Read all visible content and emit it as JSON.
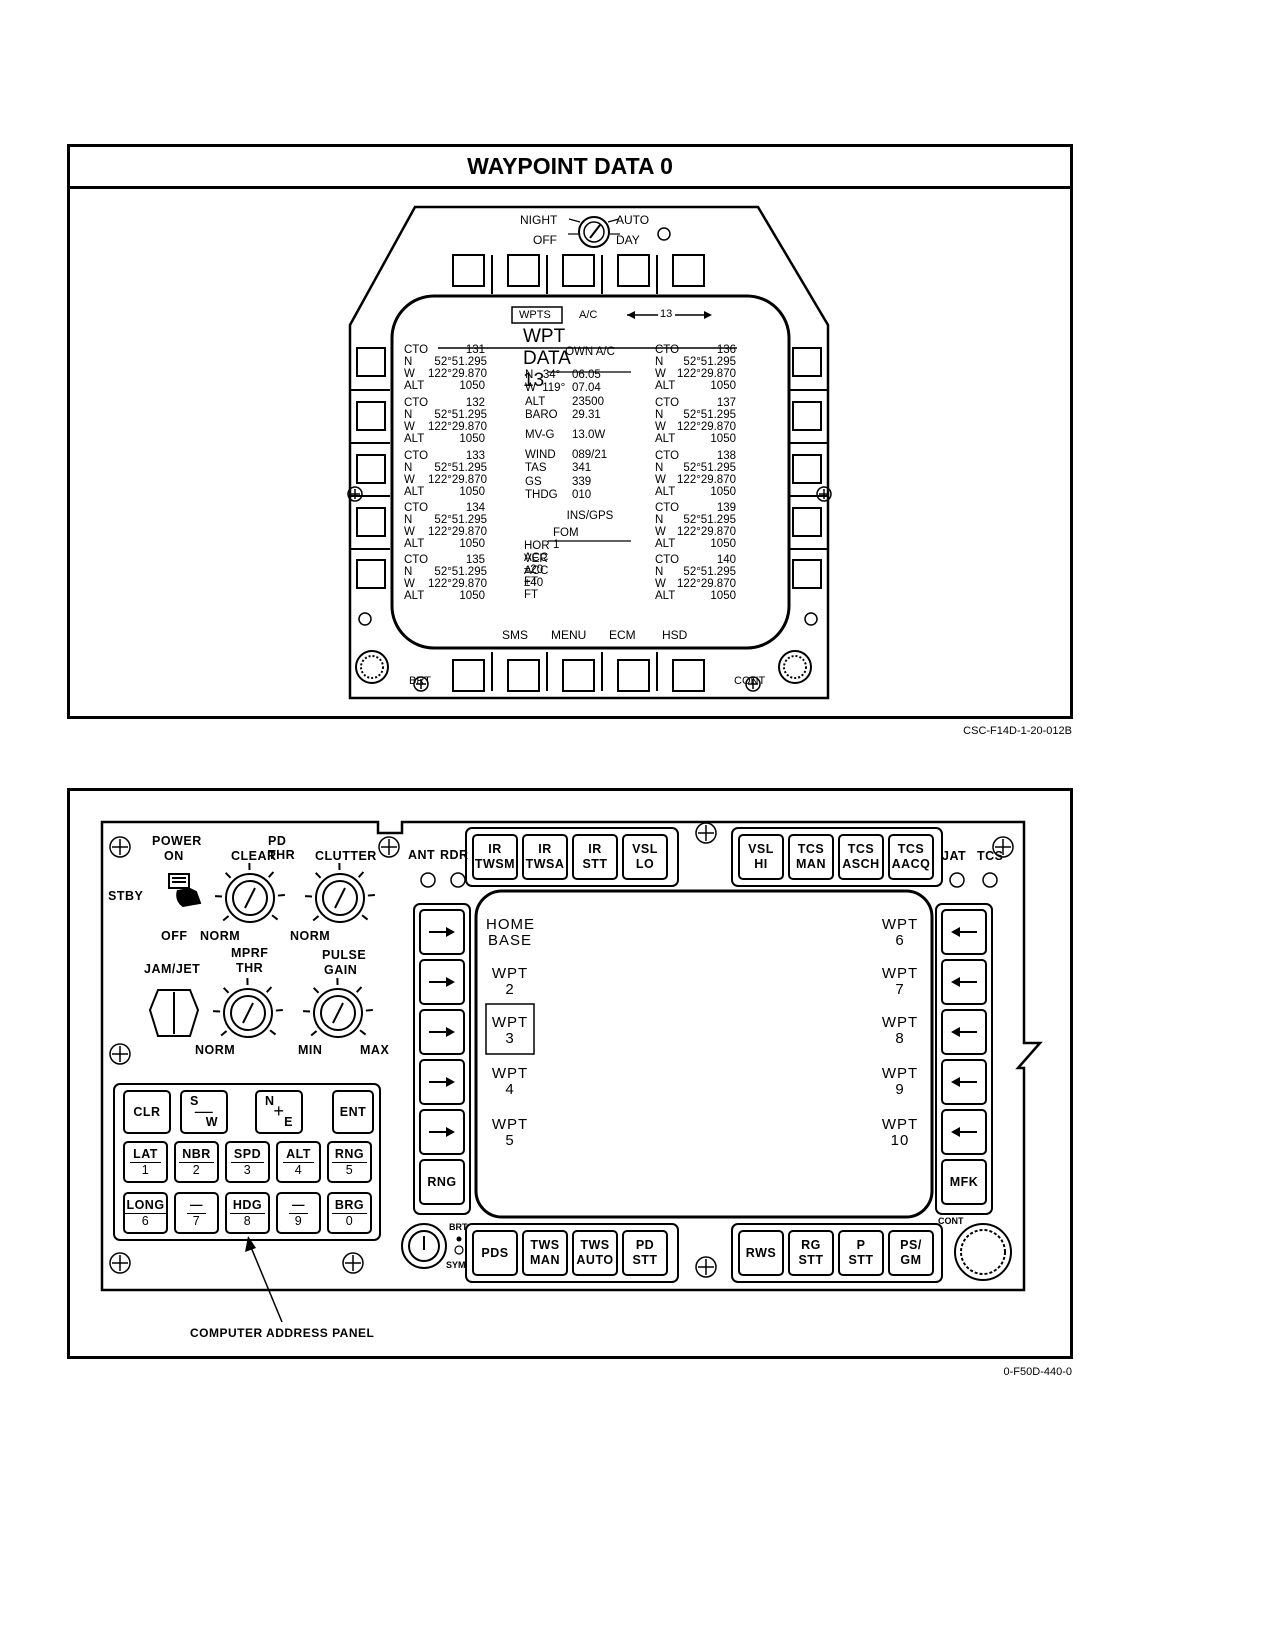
{
  "fig1": {
    "title": "WAYPOINT DATA 0",
    "caption": "CSC-F14D-1-20-012B",
    "knob": {
      "night": "NIGHT",
      "off": "OFF",
      "auto": "AUTO",
      "day": "DAY"
    },
    "brt": "BRT",
    "cont": "CONT",
    "header": {
      "wpts": "WPTS",
      "ac": "A/C",
      "num": "13"
    },
    "screen_title": "WPT DATA 13",
    "bottom_labels": [
      "SMS",
      "MENU",
      "ECM",
      "HSD"
    ],
    "left_blocks": [
      {
        "cto": "CTO",
        "id": "131",
        "n": "N",
        "nval": "52°51.295",
        "w": "W",
        "wval": "122°29.870",
        "alt": "ALT",
        "altval": "1050"
      },
      {
        "cto": "CTO",
        "id": "132",
        "n": "N",
        "nval": "52°51.295",
        "w": "W",
        "wval": "122°29.870",
        "alt": "ALT",
        "altval": "1050"
      },
      {
        "cto": "CTO",
        "id": "133",
        "n": "N",
        "nval": "52°51.295",
        "w": "W",
        "wval": "122°29.870",
        "alt": "ALT",
        "altval": "1050"
      },
      {
        "cto": "CTO",
        "id": "134",
        "n": "N",
        "nval": "52°51.295",
        "w": "W",
        "wval": "122°29.870",
        "alt": "ALT",
        "altval": "1050"
      },
      {
        "cto": "CTO",
        "id": "135",
        "n": "N",
        "nval": "52°51.295",
        "w": "W",
        "wval": "122°29.870",
        "alt": "ALT",
        "altval": "1050"
      }
    ],
    "right_blocks": [
      {
        "cto": "CTO",
        "id": "136",
        "n": "N",
        "nval": "52°51.295",
        "w": "W",
        "wval": "122°29.870",
        "alt": "ALT",
        "altval": "1050"
      },
      {
        "cto": "CTO",
        "id": "137",
        "n": "N",
        "nval": "52°51.295",
        "w": "W",
        "wval": "122°29.870",
        "alt": "ALT",
        "altval": "1050"
      },
      {
        "cto": "CTO",
        "id": "138",
        "n": "N",
        "nval": "52°51.295",
        "w": "W",
        "wval": "122°29.870",
        "alt": "ALT",
        "altval": "1050"
      },
      {
        "cto": "CTO",
        "id": "139",
        "n": "N",
        "nval": "52°51.295",
        "w": "W",
        "wval": "122°29.870",
        "alt": "ALT",
        "altval": "1050"
      },
      {
        "cto": "CTO",
        "id": "140",
        "n": "N",
        "nval": "52°51.295",
        "w": "W",
        "wval": "122°29.870",
        "alt": "ALT",
        "altval": "1050"
      }
    ],
    "own": {
      "head": "OWN A/C",
      "rows": [
        [
          "N   34°",
          "06.05"
        ],
        [
          "W  119°",
          "07.04"
        ],
        [
          "ALT",
          "23500"
        ],
        [
          "BARO",
          "29.31"
        ],
        [
          "MV-G",
          "13.0W"
        ],
        [
          "WIND",
          "089/21"
        ],
        [
          "TAS",
          "341"
        ],
        [
          "GS",
          "339"
        ],
        [
          "THDG",
          "010"
        ]
      ],
      "ins_head": "INS/GPS",
      "ins": [
        "FOM 1",
        "HOR ACC ±20 FT",
        "VER ACC ±40 FT"
      ]
    }
  },
  "fig2": {
    "caption": "0-F50D-440-0",
    "callout": "COMPUTER ADDRESS PANEL",
    "power": {
      "power": "POWER",
      "on": "ON",
      "stby": "STBY",
      "off": "OFF"
    },
    "knobs": {
      "pd_thr": "PD THR",
      "clear": "CLEAR",
      "clutter": "CLUTTER",
      "norm1": "NORM",
      "norm2": "NORM",
      "mprf": "MPRF",
      "thr": "THR",
      "pulse": "PULSE",
      "gain": "GAIN",
      "jamjet": "JAM/JET",
      "norm3": "NORM",
      "min": "MIN",
      "max": "MAX"
    },
    "ant": "ANT",
    "rdr": "RDR",
    "jat": "JAT",
    "tcs": "TCS",
    "brt": "BRT",
    "sym": "SYM",
    "cont": "CONT",
    "top_buttons": [
      [
        "IR",
        "TWSM"
      ],
      [
        "IR",
        "TWSA"
      ],
      [
        "IR",
        "STT"
      ],
      [
        "VSL",
        "LO"
      ],
      [
        "VSL",
        "HI"
      ],
      [
        "TCS",
        "MAN"
      ],
      [
        "TCS",
        "ASCH"
      ],
      [
        "TCS",
        "AACQ"
      ]
    ],
    "bottom_buttons": [
      [
        "PDS"
      ],
      [
        "TWS",
        "MAN"
      ],
      [
        "TWS",
        "AUTO"
      ],
      [
        "PD",
        "STT"
      ],
      [
        "RWS"
      ],
      [
        "RG",
        "STT"
      ],
      [
        "P",
        "STT"
      ],
      [
        "PS/",
        "GM"
      ]
    ],
    "rng": "RNG",
    "mfk": "MFK",
    "screen_left": [
      [
        "HOME",
        "BASE"
      ],
      [
        "WPT",
        "2"
      ],
      [
        "WPT",
        "3"
      ],
      [
        "WPT",
        "4"
      ],
      [
        "WPT",
        "5"
      ]
    ],
    "screen_right": [
      [
        "WPT",
        "6"
      ],
      [
        "WPT",
        "7"
      ],
      [
        "WPT",
        "8"
      ],
      [
        "WPT",
        "9"
      ],
      [
        "WPT",
        "10"
      ]
    ],
    "keypad": {
      "row1": [
        [
          "CLR"
        ],
        [
          "S",
          "W"
        ],
        [
          "N",
          "E"
        ],
        [
          "ENT"
        ]
      ],
      "row2": [
        [
          "LAT",
          "1"
        ],
        [
          "NBR",
          "2"
        ],
        [
          "SPD",
          "3"
        ],
        [
          "ALT",
          "4"
        ],
        [
          "RNG",
          "5"
        ]
      ],
      "row3": [
        [
          "LONG",
          "6"
        ],
        [
          "—",
          "7"
        ],
        [
          "HDG",
          "8"
        ],
        [
          "—",
          "9"
        ],
        [
          "BRG",
          "0"
        ]
      ]
    }
  }
}
